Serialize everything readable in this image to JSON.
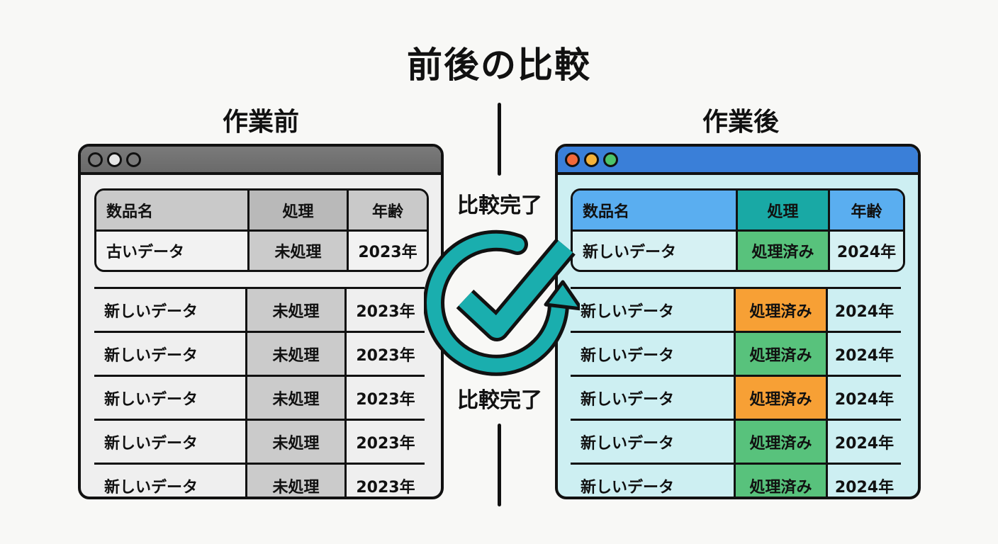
{
  "title": "前後の比較",
  "before": {
    "heading": "作業前",
    "window_dots": [
      "#7a7a7a",
      "#e6e6e6",
      "#7a7a7a"
    ],
    "columns": [
      "数品名",
      "処理",
      "年齢"
    ],
    "header_row": {
      "name": "古いデータ",
      "status": "未処理",
      "year": "2023年"
    },
    "rows": [
      {
        "name": "新しいデータ",
        "status": "未処理",
        "year": "2023年"
      },
      {
        "name": "新しいデータ",
        "status": "未処理",
        "year": "2023年"
      },
      {
        "name": "新しいデータ",
        "status": "未処理",
        "year": "2023年"
      },
      {
        "name": "新しいデータ",
        "status": "未処理",
        "year": "2023年"
      },
      {
        "name": "新しいデータ",
        "status": "未処理",
        "year": "2023年"
      }
    ]
  },
  "after": {
    "heading": "作業後",
    "window_dots": [
      "#f2683a",
      "#f4b23a",
      "#4cc36a"
    ],
    "columns": [
      "数品名",
      "処理",
      "年齢"
    ],
    "header_row": {
      "name": "新しいデータ",
      "status": "処理済み",
      "year": "2024年",
      "status_color": "green"
    },
    "rows": [
      {
        "name": "新しいデータ",
        "status": "処理済み",
        "year": "2024年",
        "status_color": "orange"
      },
      {
        "name": "新しいデータ",
        "status": "処理済み",
        "year": "2024年",
        "status_color": "green"
      },
      {
        "name": "新しいデータ",
        "status": "処理済み",
        "year": "2024年",
        "status_color": "orange"
      },
      {
        "name": "新しいデータ",
        "status": "処理済み",
        "year": "2024年",
        "status_color": "green"
      },
      {
        "name": "新しいデータ",
        "status": "処理済み",
        "year": "2024年",
        "status_color": "green"
      }
    ]
  },
  "center": {
    "label_top": "比較完了",
    "label_bottom": "比較完了",
    "icon": "refresh-check-icon",
    "icon_color": "#1aaeae"
  },
  "colors": {
    "green": "#58c27c",
    "orange": "#f7a035",
    "teal_header": "#19a9a5",
    "blue_header": "#5aaef0",
    "blue_titlebar": "#3a7fd8"
  }
}
